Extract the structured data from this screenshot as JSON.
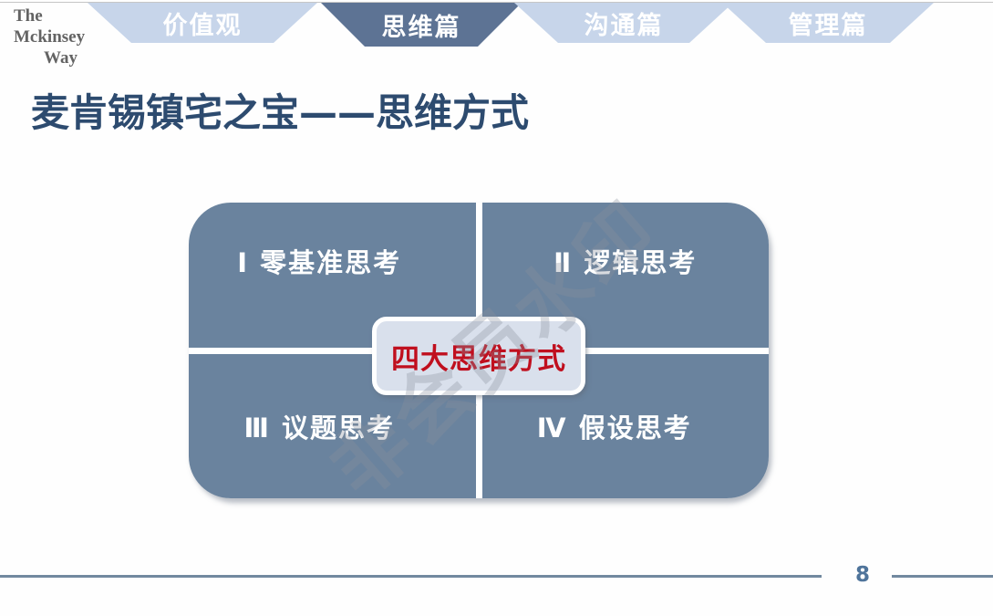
{
  "logo": {
    "line1": "The",
    "line2": "Mckinsey",
    "line3": "Way"
  },
  "nav": {
    "tabs": [
      {
        "label": "价值观",
        "active": false
      },
      {
        "label": "思维篇",
        "active": true
      },
      {
        "label": "沟通篇",
        "active": false
      },
      {
        "label": "管理篇",
        "active": false
      }
    ]
  },
  "page": {
    "title": "麦肯锡镇宅之宝——思维方式"
  },
  "diagram": {
    "quadrants": [
      {
        "text": "Ⅰ 零基准思考"
      },
      {
        "text": "Ⅱ 逻辑思考"
      },
      {
        "text": "Ⅲ 议题思考"
      },
      {
        "text": "Ⅳ 假设思考"
      }
    ],
    "center_label": "四大思维方式"
  },
  "watermark": {
    "text": "非会员水印"
  },
  "footer": {
    "page_number": "8"
  },
  "colors": {
    "tab_inactive_bg": "#c7d5ea",
    "tab_active_bg": "#5d7394",
    "tab_text": "#ffffff",
    "title_text": "#2d4b6f",
    "quadrant_fill": "#6a839e",
    "quadrant_text": "#ffffff",
    "center_box_fill": "#d9e0ec",
    "center_box_text": "#c00f1e",
    "footer_line": "#72899f",
    "page_number_text": "#4f749b",
    "logo_text": "#636363"
  }
}
